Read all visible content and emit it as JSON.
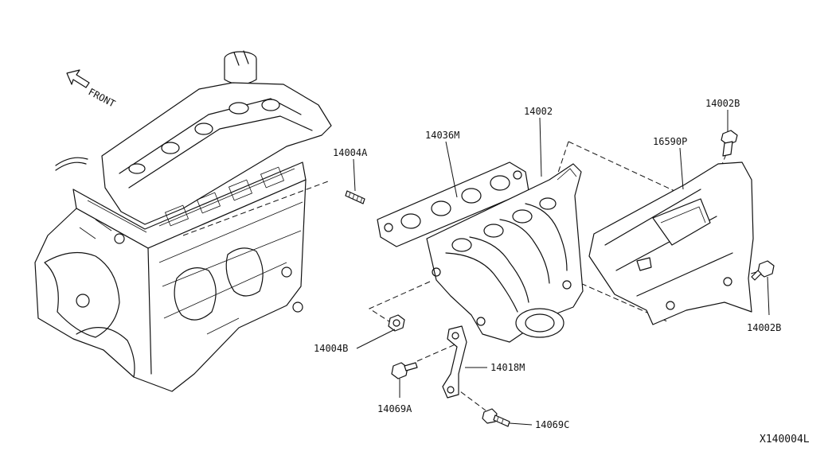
{
  "labels": {
    "front": "FRONT",
    "p14002": "14002",
    "p14036M": "14036M",
    "p14004A": "14004A",
    "p14004B": "14004B",
    "p14018M": "14018M",
    "p14069A": "14069A",
    "p14069C": "14069C",
    "p16590P": "16590P",
    "p14002B_top": "14002B",
    "p14002B_side": "14002B",
    "diagram_id": "X140004L"
  },
  "icons": {
    "front_arrow": "arrow-up-left-icon"
  }
}
